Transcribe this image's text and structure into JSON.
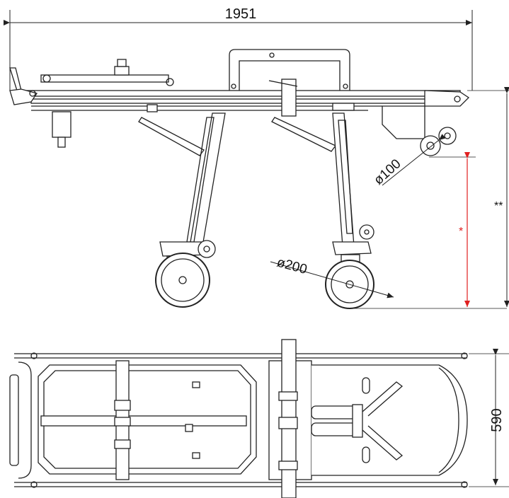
{
  "dimensions": {
    "overall_length": "1951",
    "width": "590",
    "small_wheel_diameter": "ø100",
    "large_wheel_diameter": "ø200",
    "marker_single": "*",
    "marker_double": "**"
  },
  "colors": {
    "line": "#222222",
    "dimension_red": "#e02020",
    "background": "#ffffff"
  }
}
